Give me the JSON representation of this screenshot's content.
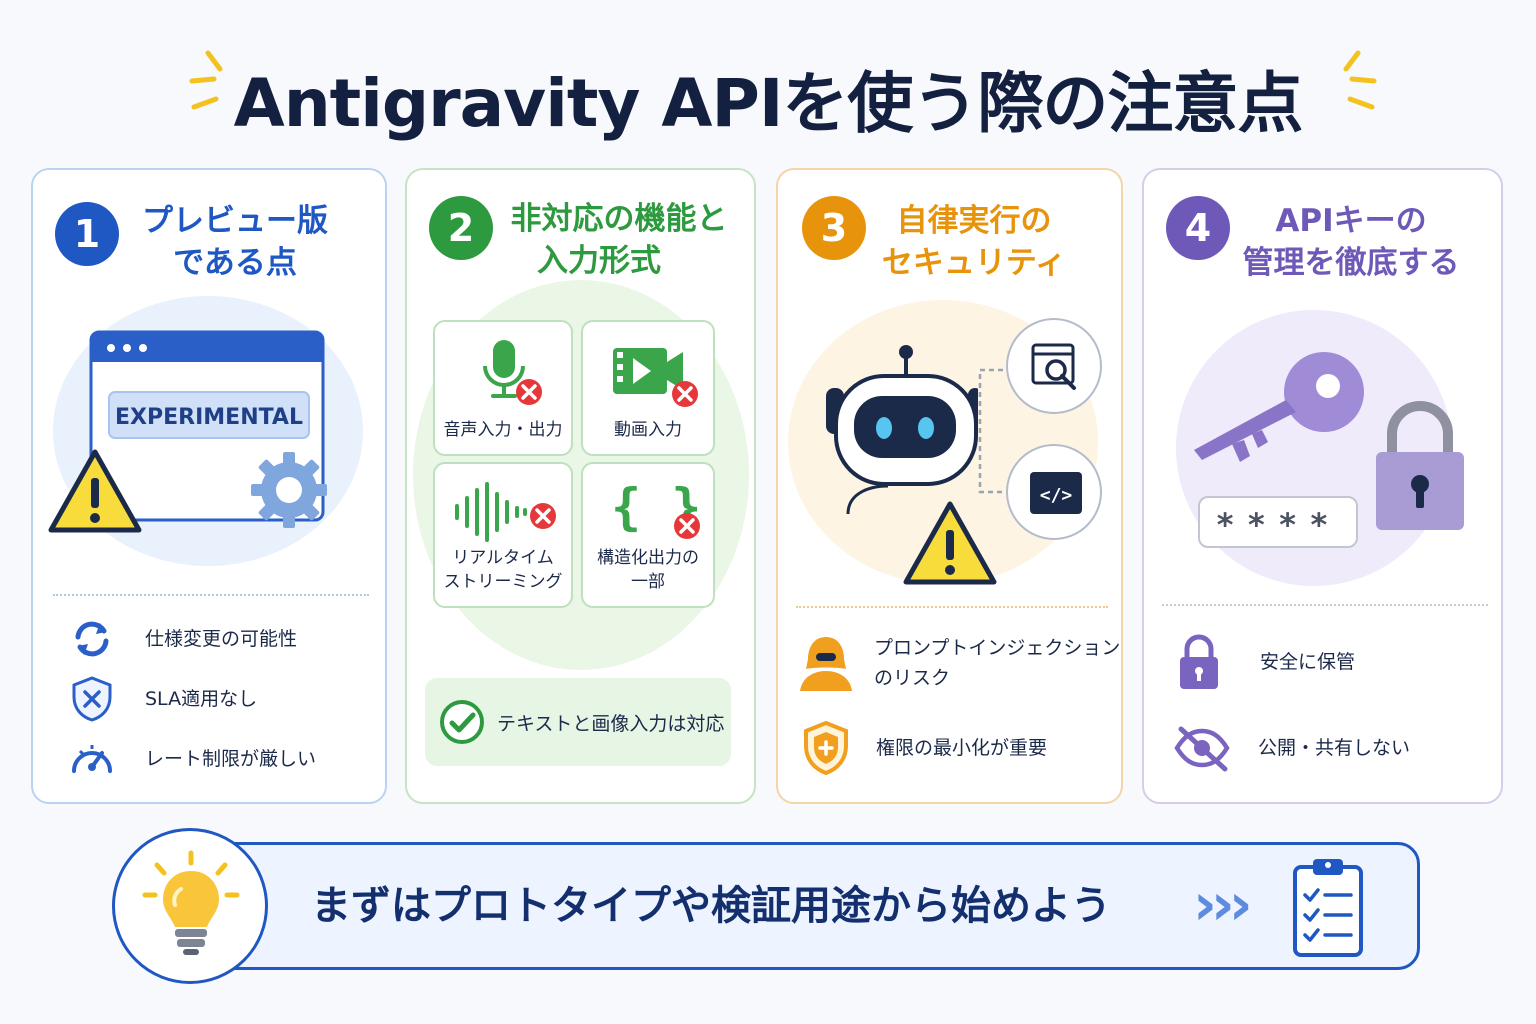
{
  "title": "Antigravity APIを使う際の注意点",
  "colors": {
    "blue": "#1f57c3",
    "green": "#2e9a40",
    "orange": "#e8930c",
    "purple": "#6e58b8",
    "navy": "#13203f"
  },
  "cards": [
    {
      "number": "1",
      "title_line1": "プレビュー版",
      "title_line2": "である点",
      "badge": "EXPERIMENTAL",
      "items": [
        {
          "icon": "refresh-icon",
          "label": "仕様変更の可能性"
        },
        {
          "icon": "shield-x-icon",
          "label": "SLA適用なし"
        },
        {
          "icon": "gauge-icon",
          "label": "レート制限が厳しい"
        }
      ]
    },
    {
      "number": "2",
      "title_line1": "非対応の機能と",
      "title_line2": "入力形式",
      "features": [
        {
          "icon": "microphone-icon",
          "label1": "音声入力・出力",
          "label2": ""
        },
        {
          "icon": "video-icon",
          "label1": "動画入力",
          "label2": ""
        },
        {
          "icon": "waveform-icon",
          "label1": "リアルタイム",
          "label2": "ストリーミング"
        },
        {
          "icon": "braces-icon",
          "label1": "構造化出力の",
          "label2": "一部"
        }
      ],
      "note": "テキストと画像入力は対応"
    },
    {
      "number": "3",
      "title_line1": "自律実行の",
      "title_line2": "セキュリティ",
      "items": [
        {
          "icon": "hacker-icon",
          "label1": "プロンプトインジェクション",
          "label2": "のリスク"
        },
        {
          "icon": "shield-plus-icon",
          "label1": "権限の最小化が重要",
          "label2": ""
        }
      ]
    },
    {
      "number": "4",
      "title_line1": "APIキーの",
      "title_line2": "管理を徹底する",
      "password": "****",
      "items": [
        {
          "icon": "padlock-icon",
          "label": "安全に保管"
        },
        {
          "icon": "eye-off-icon",
          "label": "公開・共有しない"
        }
      ]
    }
  ],
  "banner": {
    "text": "まずはプロトタイプや検証用途から始めよう",
    "arrows": "›››"
  }
}
